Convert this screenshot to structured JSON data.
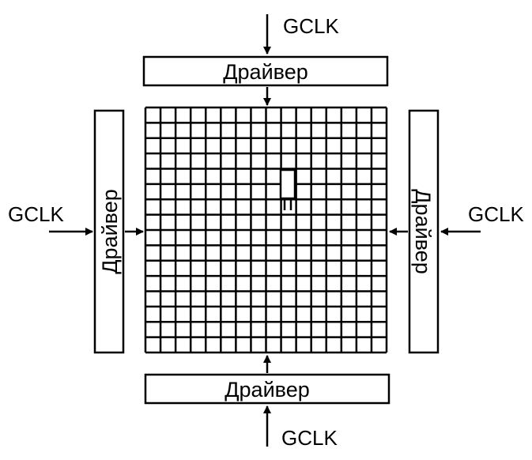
{
  "labels": {
    "driver": "Драйвер",
    "gclk": "GCLK"
  },
  "drivers": {
    "top": "Драйвер",
    "bottom": "Драйвер",
    "left": "Драйвер",
    "right": "Драйвер"
  },
  "clocks": {
    "top": "GCLK",
    "bottom": "GCLK",
    "left": "GCLK",
    "right": "GCLK"
  },
  "grid": {
    "rows": 16,
    "cols": 16
  },
  "colors": {
    "stroke": "#000000",
    "background": "#ffffff"
  }
}
